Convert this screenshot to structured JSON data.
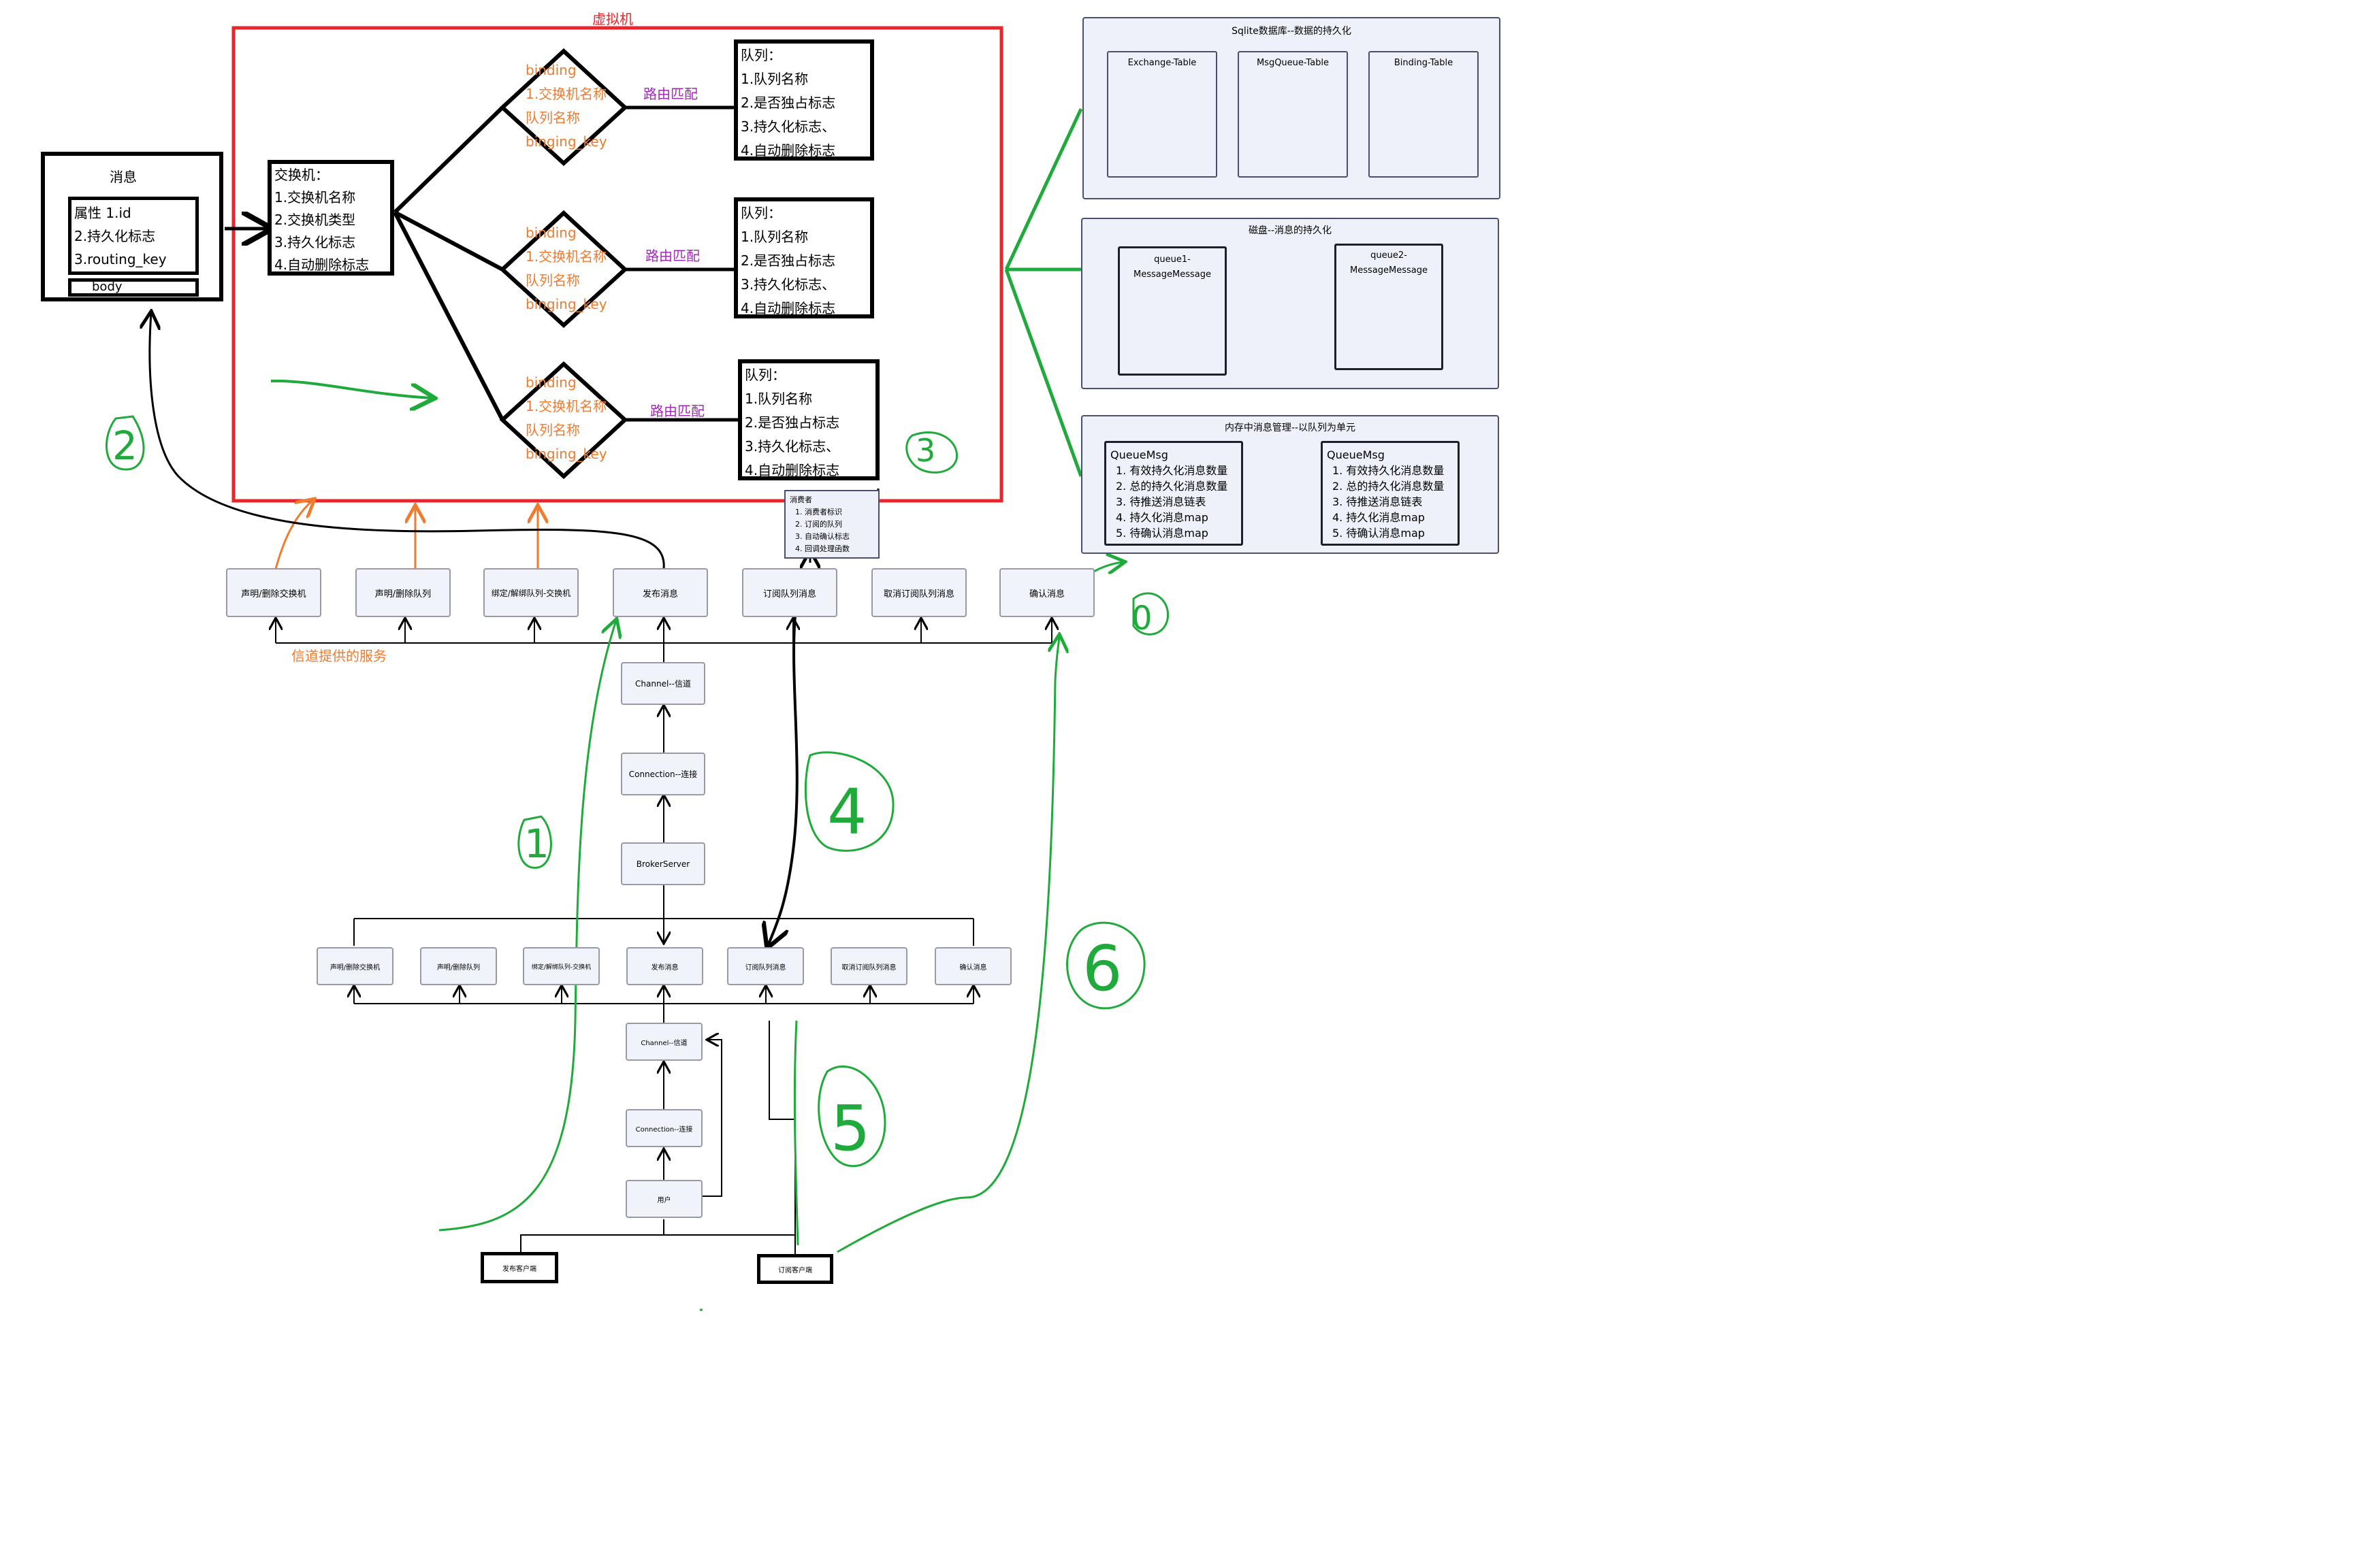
{
  "vm_title": "虚拟机",
  "message": {
    "title": "消息",
    "attributes": [
      "属性    1.id",
      "2.持久化标志",
      "3.routing_key"
    ],
    "body": "body"
  },
  "exchange": {
    "lines": [
      "交换机：",
      "1.交换机名称",
      "2.交换机类型",
      "3.持久化标志",
      "4.自动删除标志"
    ]
  },
  "bindings": [
    {
      "lines": [
        "binding",
        "1.交换机名称",
        "队列名称",
        "binging_key"
      ],
      "route": "路由匹配"
    },
    {
      "lines": [
        "binding",
        "1.交换机名称",
        "队列名称",
        "binging_key"
      ],
      "route": "路由匹配"
    },
    {
      "lines": [
        "binding",
        "1.交换机名称",
        "队列名称",
        "binging_key"
      ],
      "route": "路由匹配"
    }
  ],
  "queues": [
    {
      "lines": [
        "队列：",
        "1.队列名称",
        "2.是否独占标志",
        "3.持久化标志、",
        "4.自动删除标志"
      ]
    },
    {
      "lines": [
        "队列：",
        "1.队列名称",
        "2.是否独占标志",
        "3.持久化标志、",
        "4.自动删除标志"
      ]
    },
    {
      "lines": [
        "队列：",
        "1.队列名称",
        "2.是否独占标志",
        "3.持久化标志、",
        "4.自动删除标志"
      ]
    }
  ],
  "consumer": {
    "title": "消费者",
    "items": [
      "1. 消费者标识",
      "2. 订阅的队列",
      "3. 自动确认标志",
      "4. 回调处理函数"
    ]
  },
  "channel_services_label": "信道提供的服务",
  "top_services": [
    "声明/删除交换机",
    "声明/删除队列",
    "绑定/解绑队列-交换机",
    "发布消息",
    "订阅队列消息",
    "取消订阅队列消息",
    "确认消息"
  ],
  "server_chain": [
    "Channel--信道",
    "Connection--连接",
    "BrokerServer"
  ],
  "bottom_services": [
    "声明/删除交换机",
    "声明/删除队列",
    "绑定/解绑队列-交换机",
    "发布消息",
    "订阅队列消息",
    "取消订阅队列消息",
    "确认消息"
  ],
  "client_chain": [
    "Channel--信道",
    "Connection--连接",
    "用户"
  ],
  "clients": [
    "发布客户端",
    "订阅客户端"
  ],
  "sqlite_panel": {
    "title": "Sqlite数据库--数据的持久化",
    "tables": [
      "Exchange-Table",
      "MsgQueue-Table",
      "Binding-Table"
    ]
  },
  "disk_panel": {
    "title": "磁盘--消息的持久化",
    "files": [
      [
        "queue1-",
        "MessageMessage"
      ],
      [
        "queue2-",
        "MessageMessage"
      ]
    ]
  },
  "memory_panel": {
    "title": "内存中消息管理--以队列为单元",
    "cards": [
      {
        "title": "QueueMsg",
        "items": [
          "1. 有效持久化消息数量",
          "2. 总的持久化消息数量",
          "3. 待推送消息链表",
          "4. 持久化消息map",
          "5. 待确认消息map"
        ]
      },
      {
        "title": "QueueMsg",
        "items": [
          "1. 有效持久化消息数量",
          "2. 总的持久化消息数量",
          "3. 待推送消息链表",
          "4. 持久化消息map",
          "5. 待确认消息map"
        ]
      }
    ]
  },
  "colors": {
    "vm_border": "#e8262b",
    "accent_orange": "#f07b2e",
    "route_purple": "#a12ab8",
    "annotation_green": "#1faa3b"
  }
}
